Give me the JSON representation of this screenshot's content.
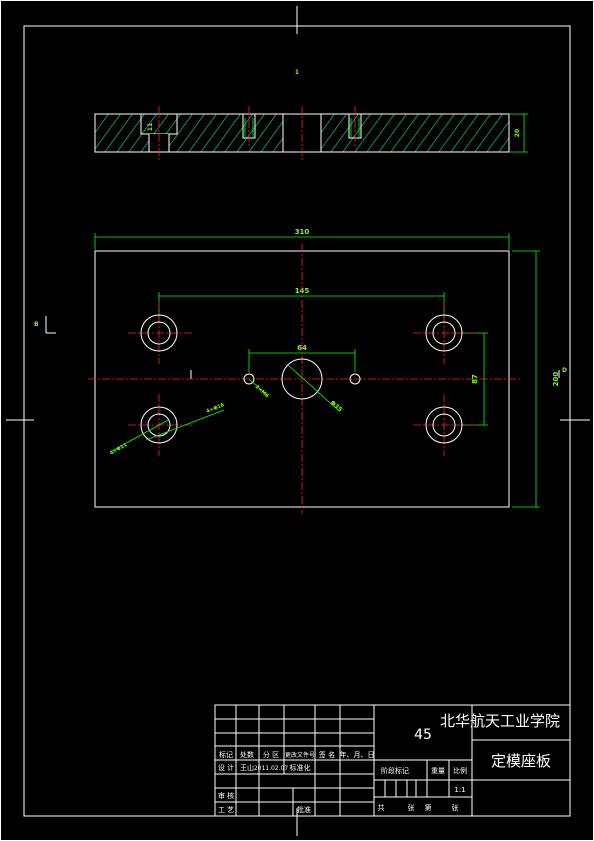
{
  "title_block": {
    "school": "北华航天工业学院",
    "part_name": "定模座板",
    "material": "45",
    "scale": "1:1",
    "headers": [
      "标记",
      "处数",
      "分 区",
      "更改文件号",
      "签 名",
      "年、月、日"
    ],
    "design_label": "设 计",
    "designer": "王山",
    "date": "2011.02.07",
    "standardize": "标准化",
    "stage_mark": "阶段标记",
    "weight": "重量",
    "ratio": "比例",
    "review": "审 核",
    "process": "工 艺",
    "approve": "批准",
    "sheets_total": "共",
    "sheets_unit1": "张",
    "sheets_no": "第",
    "sheets_unit2": "张"
  },
  "dimensions": {
    "top_small": "1",
    "section_height": "20",
    "section_hole": "11",
    "overall_width": "310",
    "hole_spacing_x": "145",
    "center_spacing": "64",
    "overall_height": "200",
    "hole_spacing_y": "87",
    "side_mark_left": "B",
    "side_mark_right": "D",
    "center_hole_dia": "Φ35",
    "small_hole": "2×M6",
    "counterbore": "4×Φ16",
    "counterbore2": "4×Φ11"
  }
}
